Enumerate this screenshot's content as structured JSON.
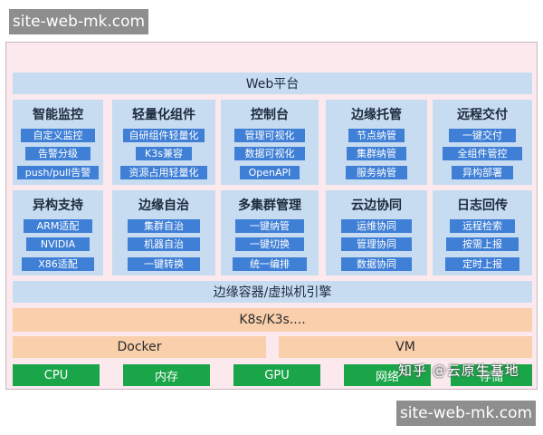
{
  "watermark_top": "site-web-mk.com",
  "watermark_bottom": "site-web-mk.com",
  "web_platform": "Web平台",
  "panels": [
    {
      "title": "智能监控",
      "items": [
        "自定义监控",
        "告警分级",
        "push/pull告警"
      ]
    },
    {
      "title": "轻量化组件",
      "items": [
        "自研组件轻量化",
        "K3s兼容",
        "资源占用轻量化"
      ]
    },
    {
      "title": "控制台",
      "items": [
        "管理可视化",
        "数据可视化",
        "OpenAPI"
      ]
    },
    {
      "title": "边缘托管",
      "items": [
        "节点纳管",
        "集群纳管",
        "服务纳管"
      ]
    },
    {
      "title": "远程交付",
      "items": [
        "一键交付",
        "全组件管控",
        "异构部署"
      ]
    },
    {
      "title": "异构支持",
      "items": [
        "ARM适配",
        "NVIDIA",
        "X86适配"
      ]
    },
    {
      "title": "边缘自治",
      "items": [
        "集群自治",
        "机器自治",
        "一键转换"
      ]
    },
    {
      "title": "多集群管理",
      "items": [
        "一键纳管",
        "一键切换",
        "统一编排"
      ]
    },
    {
      "title": "云边协同",
      "items": [
        "运维协同",
        "管理协同",
        "数据协同"
      ]
    },
    {
      "title": "日志回传",
      "items": [
        "远程检索",
        "按需上报",
        "定时上报"
      ]
    }
  ],
  "engine_bar": "边缘容器/虚拟机引擎",
  "k8s_bar": "K8s/K3s....",
  "docker": "Docker",
  "vm": "VM",
  "resources": [
    "CPU",
    "内存",
    "GPU",
    "网络",
    "存储"
  ],
  "zhihu_watermark": "知乎 @云原生基地"
}
